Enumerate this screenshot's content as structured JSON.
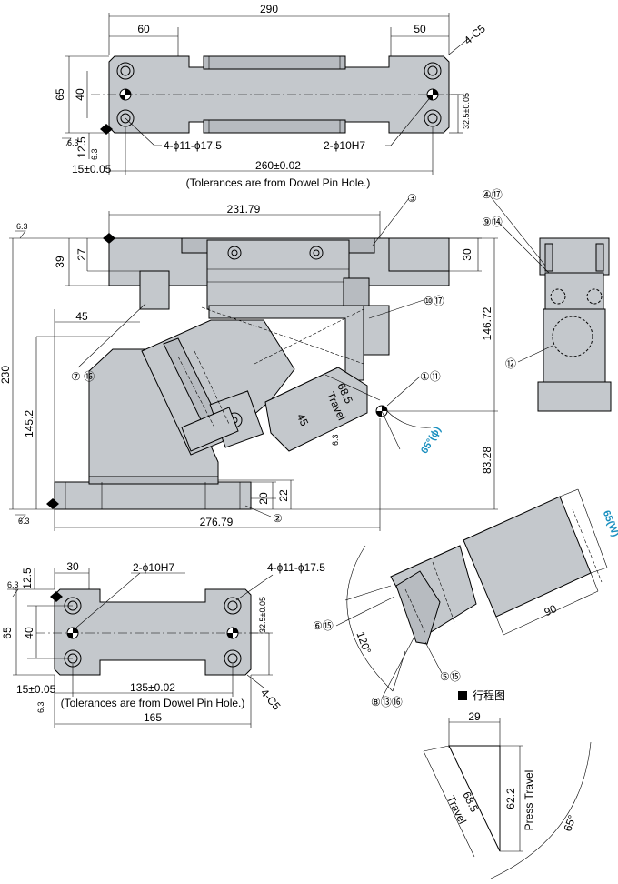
{
  "top_plate": {
    "overall_width": "290",
    "left_offset": "60",
    "right_offset": "50",
    "chamfer": "4-C5",
    "height": "65",
    "hole_pitch": "40",
    "edge_to_hole": "12.5",
    "right_hole_offset": "32.5±0.05",
    "edge_offset": "15±0.05",
    "hole_span": "260±0.02",
    "tolerance_note": "(Tolerances are from Dowel Pin Hole.)",
    "bolt_holes": "4-ϕ11-ϕ17.5",
    "dowel_holes": "2-ϕ10H7",
    "roughness": "6.3"
  },
  "front_view": {
    "top_width": "231.79",
    "dim_39": "39",
    "dim_27": "27",
    "dim_30": "30",
    "dim_45": "45",
    "overall_height": "230",
    "height_145": "145.2",
    "height_146": "146.72",
    "height_83": "83.28",
    "travel": "68.5",
    "travel_label": "Travel",
    "dim_45b": "45",
    "angle": "65°(ϕ)",
    "base_20": "20",
    "base_22": "22",
    "base_width": "276.79",
    "roughness": "6.3"
  },
  "balloons": {
    "b3": "③",
    "b4_17": "④⑰",
    "b9_14": "⑨⑭",
    "b10_17": "⑩⑰",
    "b1_11": "①⑪",
    "b7_16": "⑦\n⑯",
    "b12": "⑫",
    "b2": "②",
    "b6_15": "⑥⑮",
    "b5_15": "⑤⑮",
    "b8_13_16": "⑧⑬⑯"
  },
  "bottom_plate": {
    "dim_30": "30",
    "dowel_holes": "2-ϕ10H7",
    "bolt_holes": "4-ϕ11-ϕ17.5",
    "dim_12_5": "12.5",
    "height": "65",
    "hole_pitch": "40",
    "offset_32_5": "32.5±0.05",
    "edge_offset": "15±0.05",
    "hole_span": "135±0.02",
    "tolerance_note": "(Tolerances are from Dowel Pin Hole.)",
    "chamfer": "4-C5",
    "overall_width": "165",
    "roughness": "6.3"
  },
  "side_view": {
    "angle": "120°",
    "width_label": "65(W)",
    "dim_90": "90"
  },
  "stroke_diagram": {
    "title": "行程图",
    "top_width": "29",
    "travel": "68.5",
    "travel_label": "Travel",
    "press_travel": "62.2",
    "press_label": "Press Travel",
    "angle": "65°"
  }
}
